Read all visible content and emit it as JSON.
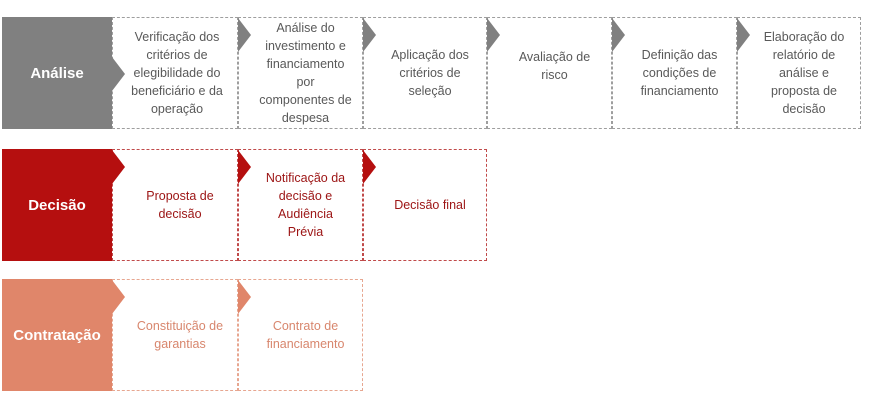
{
  "colors": {
    "analise": "#808080",
    "decisao": "#b50f0f",
    "contratacao": "#e0866a"
  },
  "rows": [
    {
      "label": "Análise",
      "steps": [
        "Verificação dos critérios de elegibilidade do beneficiário e da operação",
        "Análise do investimento e financiamento por componentes de despesa",
        "Aplicação dos critérios de seleção",
        "Avaliação de risco",
        "Definição das condições de financiamento",
        "Elaboração do relatório de análise e proposta de decisão"
      ]
    },
    {
      "label": "Decisão",
      "steps": [
        "Proposta de decisão",
        "Notificação da decisão e Audiência Prévia",
        "Decisão final"
      ]
    },
    {
      "label": "Contratação",
      "steps": [
        "Constituição de garantias",
        "Contrato de financiamento"
      ]
    }
  ]
}
